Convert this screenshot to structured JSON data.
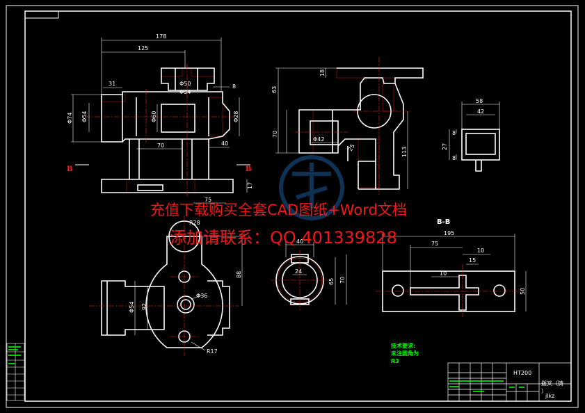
{
  "dims": {
    "d178": "178",
    "d125": "125",
    "d31": "31",
    "d50": "Φ50",
    "d34": "Φ34",
    "d8": "8",
    "d74": "Φ74",
    "d54": "Φ54",
    "d60": "Φ60",
    "d28": "Φ28",
    "d70a": "70",
    "d40a": "40",
    "d75a": "75",
    "d17": "17",
    "d63": "63",
    "d18": "18",
    "d70b": "70",
    "d42": "Φ42",
    "d25": "25",
    "d113": "113",
    "d58": "58",
    "d42b": "42",
    "d27": "27",
    "d8b": "8",
    "d8c": "8",
    "r28": "R28",
    "d88": "88",
    "d54b": "Φ54",
    "d92": "92",
    "d36": "Φ36",
    "r17": "R17",
    "d40b": "40",
    "d24": "24",
    "d65": "65",
    "d70c": "70",
    "d195": "195",
    "d75b": "75",
    "d10a": "10",
    "d15": "15",
    "d10b": "10",
    "d50b": "50"
  },
  "section_labels": {
    "left": "B",
    "right": "B",
    "view": "B-B"
  },
  "notes": {
    "line1": "技术要求:",
    "line2": "未注圆角为",
    "line3": "R3"
  },
  "title_block": {
    "code": "HT200",
    "name": "拨叉（铸",
    "name2": "）",
    "org": "jlkz"
  },
  "watermark": {
    "line1": "充值下载购买全套CAD图纸+Word文档",
    "line2": "添加请联系：QQ 401339828"
  }
}
